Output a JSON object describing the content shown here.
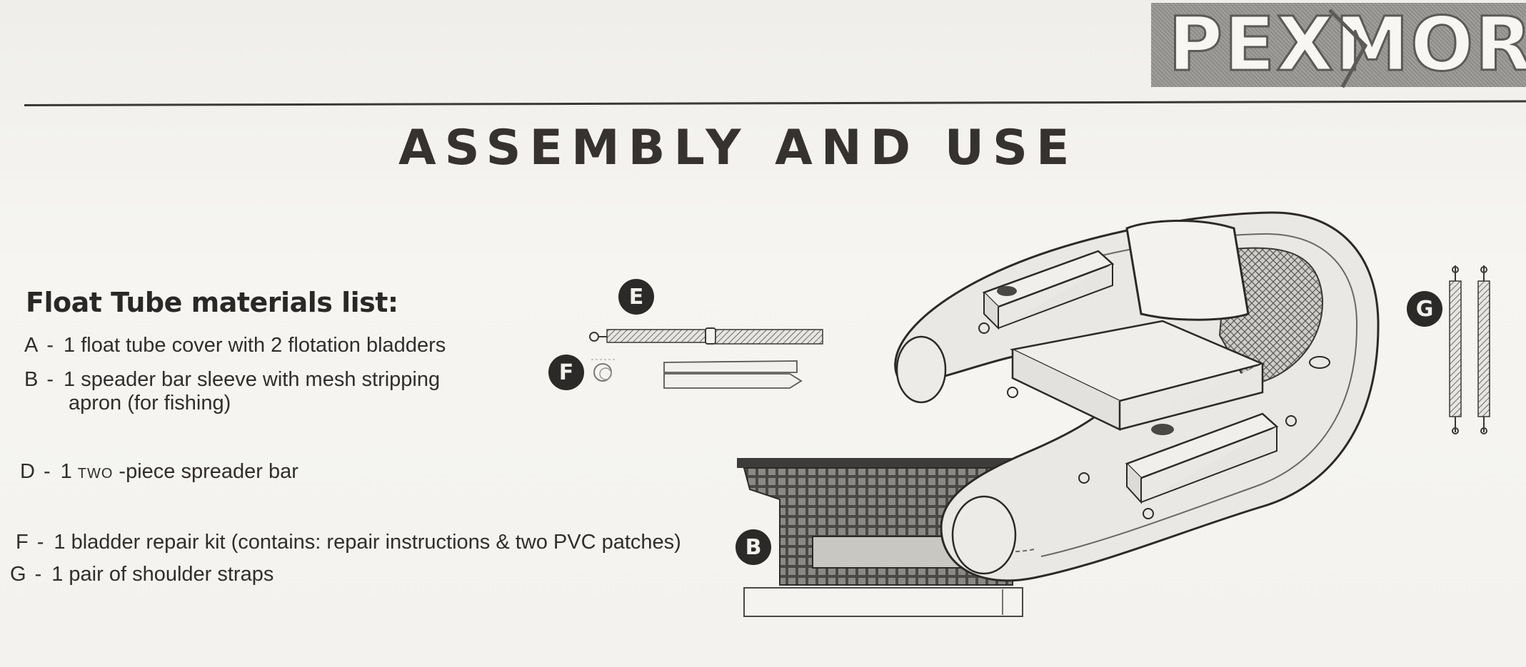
{
  "brand": {
    "logo_text": "PEXMOR"
  },
  "header": {
    "title": "ASSEMBLY AND USE"
  },
  "materials": {
    "heading": "Float Tube materials list:",
    "items": [
      {
        "key": "A",
        "text": "1 float tube cover with 2 flotation bladders"
      },
      {
        "key": "B",
        "text": "1 speader bar sleeve with mesh stripping",
        "continuation": "apron (for fishing)"
      },
      {
        "key": "D",
        "prefix": "1",
        "small": "TWO",
        "text": "-piece spreader bar"
      },
      {
        "key": "F",
        "text": "1 bladder repair kit (contains: repair instructions & two PVC patches)"
      },
      {
        "key": "G",
        "text": "1 pair of shoulder straps"
      }
    ],
    "dash": "-"
  },
  "figure_labels": {
    "E": "E",
    "F": "F",
    "B": "B",
    "G": "G"
  },
  "colors": {
    "ink": "#2c2a28",
    "paper": "#f4f3ef",
    "logo_bg": "#9a9894"
  }
}
